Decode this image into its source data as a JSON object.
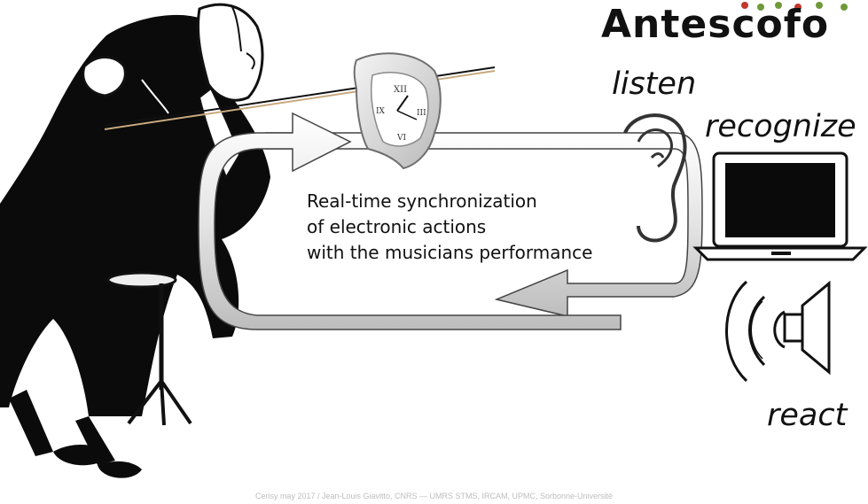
{
  "logo": {
    "text": "Antescofo"
  },
  "labels": {
    "listen": "listen",
    "recognize": "recognize",
    "react": "react"
  },
  "message": {
    "line1": "Real-time synchronization",
    "line2": "of electronic actions",
    "line3": "with the musicians performance"
  },
  "footer": {
    "text": "Cerisy may 2017 / Jean-Louis Giavitto, CNRS — UMRS STMS, IRCAM, UPMC, Sorbonne-Université"
  },
  "colors": {
    "arrow_fill": "#e6e6e6",
    "arrow_stroke": "#444444",
    "ink": "#111111"
  }
}
